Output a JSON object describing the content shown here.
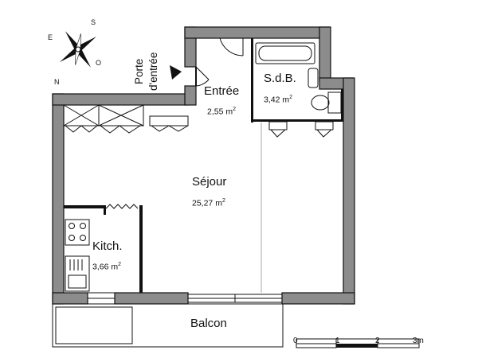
{
  "rooms": {
    "entree": {
      "name": "Entrée",
      "area": "2,55 m",
      "unit_sup": "2"
    },
    "sdb": {
      "name": "S.d.B.",
      "area": "3,42 m",
      "unit_sup": "2"
    },
    "sejour": {
      "name": "Séjour",
      "area": "25,27 m",
      "unit_sup": "2"
    },
    "kitch": {
      "name": "Kitch.",
      "area": "3,66 m",
      "unit_sup": "2"
    },
    "balcon": {
      "name": "Balcon"
    }
  },
  "entrance": {
    "line1": "Porte",
    "line2": "d'entrée"
  },
  "compass": {
    "n": "N",
    "s": "S",
    "e": "E",
    "o": "O"
  },
  "scale": {
    "labels": [
      "0",
      "1",
      "2",
      "3m"
    ]
  },
  "colors": {
    "wall": "#8c8c8c",
    "outline": "#111111",
    "background": "#ffffff"
  }
}
